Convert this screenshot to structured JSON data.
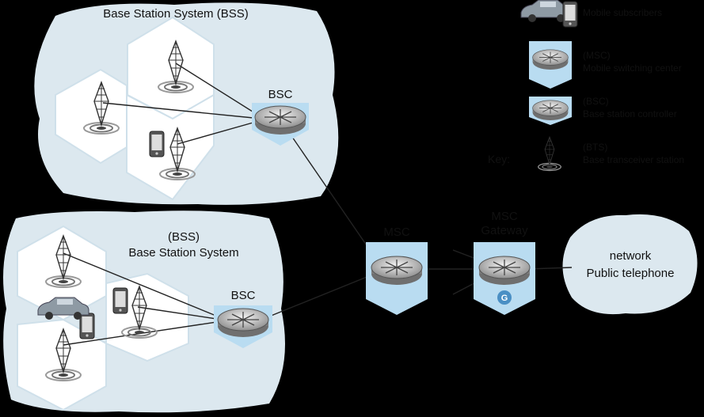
{
  "bss_top": {
    "title": "Base Station System (BSS)",
    "bsc": "BSC"
  },
  "bss_bottom": {
    "title_line1": "(BSS)",
    "title_line2": "Base Station System",
    "bsc": "BSC"
  },
  "msc_center": {
    "label": "MSC"
  },
  "gateway": {
    "label_line1": "MSC",
    "label_line2": "Gateway",
    "badge": "G"
  },
  "pstn": {
    "line1": "network",
    "line2": "Public telephone"
  },
  "key": {
    "title": "Key:",
    "items": [
      {
        "line1": "Mobile subscribers",
        "line2": ""
      },
      {
        "line1": "(MSC)",
        "line2": "Mobile switching center"
      },
      {
        "line1": "(BSC)",
        "line2": "Base station controller"
      },
      {
        "line1": "(BTS)",
        "line2": "Base transceiver station"
      }
    ]
  },
  "colors": {
    "background": "#000000",
    "cloud": "#dce8ef",
    "cell_fill": "#ffffff",
    "cell_stroke": "#cfe0ea",
    "switch_box": "#b9dcf1",
    "link": "#222222"
  }
}
